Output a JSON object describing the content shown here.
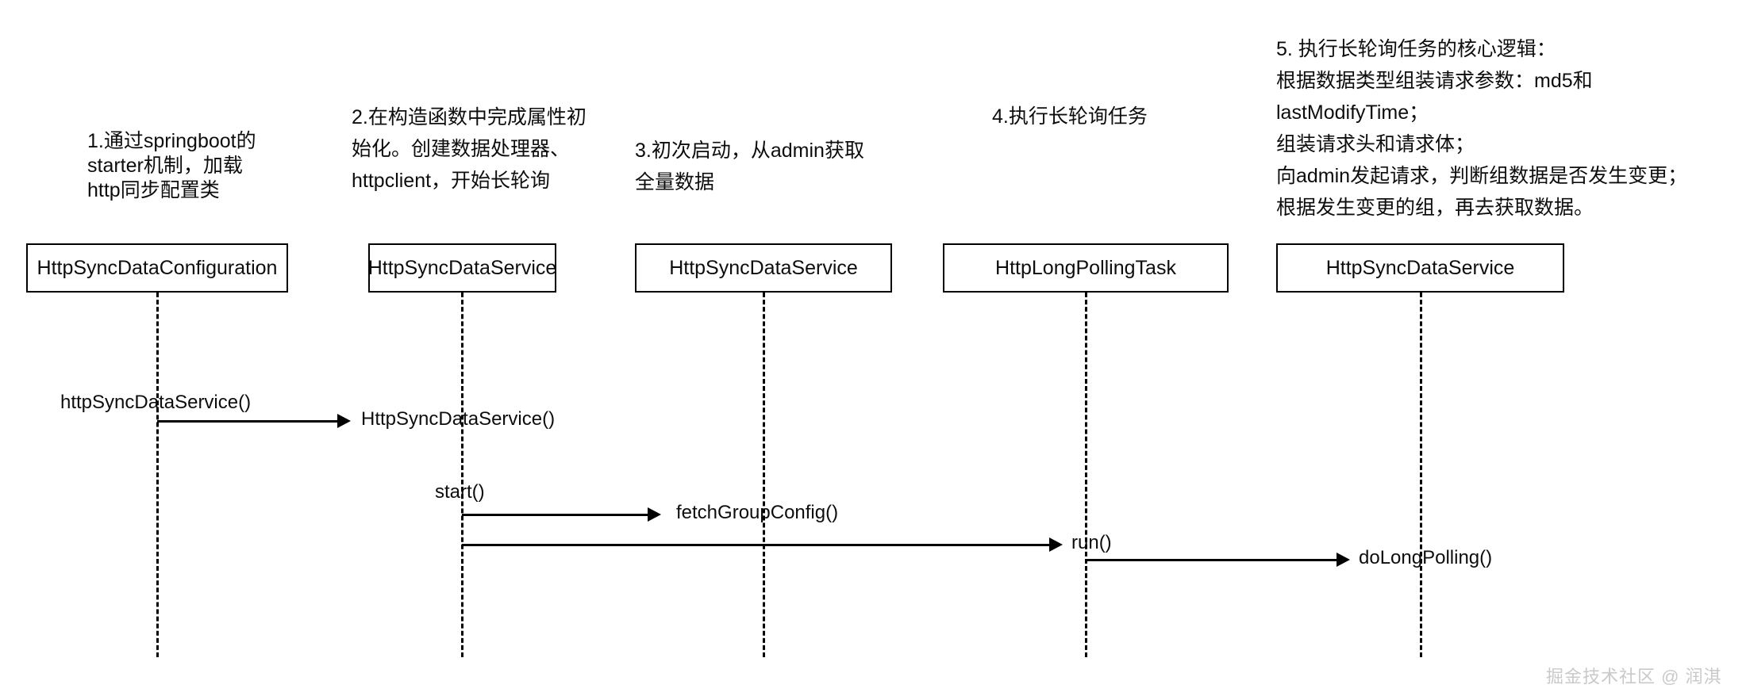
{
  "diagram": {
    "title": "HttpSyncData long-polling sequence diagram",
    "background": "#ffffff",
    "line_color": "#000000",
    "text_color": "#0d0d0d",
    "watermark_color": "#c9c9c9"
  },
  "annotations": [
    {
      "id": "note-1",
      "text": "1.通过springboot的\nstarter机制，加载\nhttp同步配置类"
    },
    {
      "id": "note-2",
      "text": "2.在构造函数中完成属性初\n始化。创建数据处理器、\nhttpclient，开始长轮询"
    },
    {
      "id": "note-3",
      "text": "3.初次启动，从admin获取\n全量数据"
    },
    {
      "id": "note-4",
      "text": "4.执行长轮询任务"
    },
    {
      "id": "note-5",
      "text": "5. 执行长轮询任务的核心逻辑：\n根据数据类型组装请求参数：md5和lastModifyTime；\n组装请求头和请求体；\n向admin发起请求，判断组数据是否发生变更；\n根据发生变更的组，再去获取数据。"
    }
  ],
  "participants": [
    {
      "id": "p1",
      "label": "HttpSyncDataConfiguration"
    },
    {
      "id": "p2",
      "label": "HttpSyncDataService"
    },
    {
      "id": "p3",
      "label": "HttpSyncDataService"
    },
    {
      "id": "p4",
      "label": "HttpLongPollingTask"
    },
    {
      "id": "p5",
      "label": "HttpSyncDataService"
    }
  ],
  "messages": [
    {
      "id": "m1",
      "source_label": "httpSyncDataService()",
      "target_label": "HttpSyncDataService()",
      "from": "p1",
      "to": "p2"
    },
    {
      "id": "m2",
      "source_label": "start()",
      "target_label": "fetchGroupConfig()",
      "from": "p2",
      "to": "p3"
    },
    {
      "id": "m3",
      "source_label": "",
      "target_label": "run()",
      "from": "p2",
      "to": "p4"
    },
    {
      "id": "m4",
      "source_label": "",
      "target_label": "doLongPolling()",
      "from": "p4",
      "to": "p5"
    }
  ],
  "watermark": {
    "text": "掘金技术社区 @ 润淇"
  }
}
